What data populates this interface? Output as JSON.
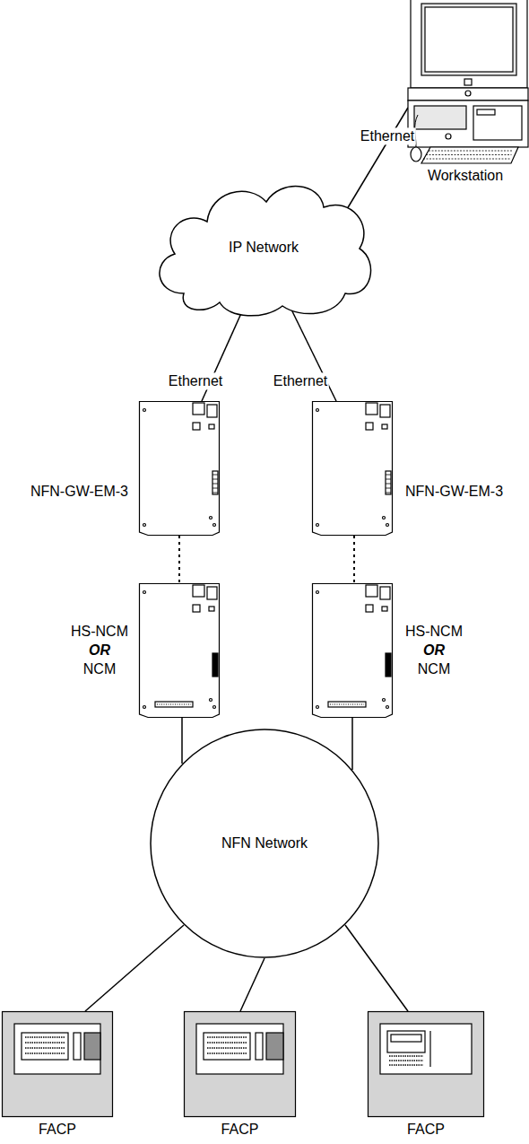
{
  "diagram": {
    "nodes": [
      {
        "text": [
          "Workstation"
        ]
      },
      {
        "text": [
          "IP Network"
        ]
      },
      {
        "text": [
          "NFN-GW-EM-3"
        ]
      },
      {
        "text": [
          "NFN-GW-EM-3"
        ]
      },
      {
        "text": [
          "HS-NCM OR NCM"
        ]
      },
      {
        "text": [
          "HS-NCM OR NCM"
        ]
      },
      {
        "text": [
          "NFN Network"
        ]
      },
      {
        "text": [
          "FACP"
        ]
      },
      {
        "text": [
          "FACP"
        ]
      },
      {
        "text": [
          "FACP"
        ]
      }
    ],
    "edges": [
      {
        "from": 0,
        "to": 1,
        "arrow": "none",
        "label": "Ethernet"
      },
      {
        "from": 1,
        "to": 2,
        "arrow": "none",
        "label": "Ethernet"
      },
      {
        "from": 1,
        "to": 3,
        "arrow": "none",
        "label": "Ethernet"
      },
      {
        "from": 2,
        "to": 4,
        "arrow": "none"
      },
      {
        "from": 3,
        "to": 5,
        "arrow": "none"
      },
      {
        "from": 4,
        "to": 6,
        "arrow": "none"
      },
      {
        "from": 5,
        "to": 6,
        "arrow": "none"
      },
      {
        "from": 6,
        "to": 7,
        "arrow": "none"
      },
      {
        "from": 6,
        "to": 8,
        "arrow": "none"
      },
      {
        "from": 6,
        "to": 9,
        "arrow": "none"
      }
    ]
  }
}
